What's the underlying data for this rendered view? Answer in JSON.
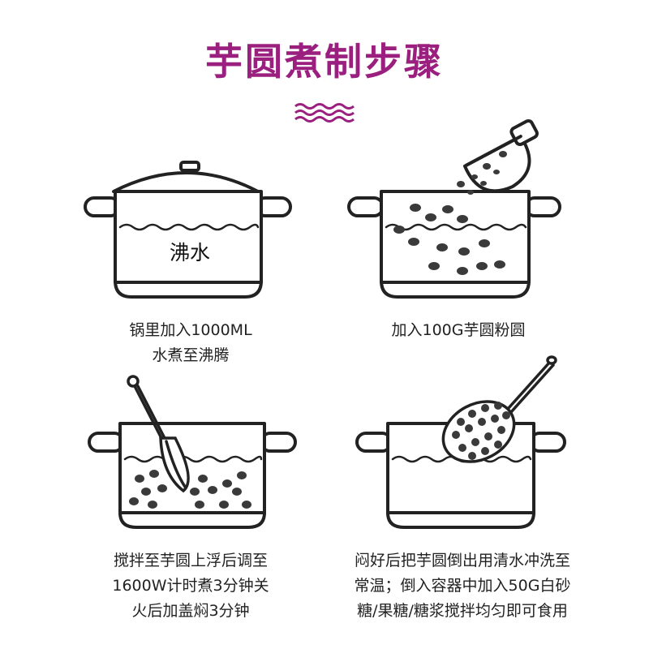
{
  "title": "芋圆煮制步骤",
  "colors": {
    "accent": "#9a1f7e",
    "outline": "#222222",
    "ball": "#3a3a3a"
  },
  "steps": [
    {
      "label_in_pot": "沸水",
      "caption_lines": [
        "锅里加入1000ML",
        "水煮至沸腾"
      ]
    },
    {
      "caption_lines": [
        "加入100G芋圆粉圆"
      ]
    },
    {
      "caption_lines": [
        "搅拌至芋圆上浮后调至",
        "1600W计时煮3分钟关",
        "火后加盖焖3分钟"
      ]
    },
    {
      "caption_lines": [
        "闷好后把芋圆倒出用清水冲洗至",
        "常温；倒入容器中加入50G白砂",
        "糖/果糖/糖浆搅拌均匀即可食用"
      ]
    }
  ]
}
